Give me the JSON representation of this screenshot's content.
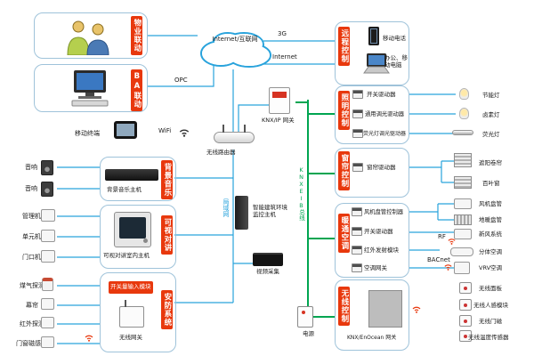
{
  "cloud": "Internet/互联网",
  "links": {
    "g3": "3G",
    "internet": "Internet",
    "opc": "OPC",
    "wifi": "WiFi",
    "lan": "局域网",
    "bus": "KNXEIB总线",
    "rf": "RF",
    "bacnet": "BACnet"
  },
  "left": {
    "mobile_terminal": "移动终端",
    "speaker1": "音响",
    "speaker2": "音响",
    "manager": "管理机",
    "unit": "单元机",
    "door": "门口机",
    "gas": "煤气探测",
    "curtain_sensor": "幕帘",
    "pir": "红外探测",
    "magnet": "门窗磁感应"
  },
  "groups": {
    "property": {
      "title": "物业联动"
    },
    "ba": {
      "title": "BA联动"
    },
    "bgm": {
      "title": "背景音乐",
      "host": "背景音乐主机"
    },
    "intercom": {
      "title": "可视对讲",
      "host": "可视对讲室内主机"
    },
    "security": {
      "title": "安防系统",
      "module": "开关量输入模块",
      "gateway": "无线网关"
    },
    "remote": {
      "title": "远程控制",
      "phone": "移动电话",
      "pc": "办公、移动电脑"
    },
    "lighting": {
      "title": "照明控制",
      "items": [
        "开关驱动器",
        "通用调光驱动器",
        "荧光灯调光驱动器"
      ]
    },
    "curtain": {
      "title": "窗帘控制",
      "items": [
        "窗帘驱动器"
      ]
    },
    "hvac": {
      "title": "暖通空调",
      "items": [
        "风机盘管控制器",
        "开关驱动器",
        "红外发射模块",
        "空调网关"
      ]
    },
    "wireless": {
      "title": "无线控制",
      "gateway": "KNX/EnOcean 网关"
    }
  },
  "center": {
    "router": "无线路由器",
    "knx_ip": "KNX/IP 网关",
    "host": "智能建筑环境监控主机",
    "video": "视频采集",
    "power": "电源"
  },
  "endpoints": {
    "lighting": [
      "节能灯",
      "卤素灯",
      "荧光灯"
    ],
    "curtain": [
      "遮阳卷帘",
      "百叶窗"
    ],
    "hvac": [
      "风机盘管",
      "地暖盘管",
      "新风系统",
      "分体空调",
      "VRV空调"
    ],
    "wireless": [
      "无线面板",
      "无线人感模块",
      "无线门磁",
      "无线温度传感器"
    ]
  },
  "colors": {
    "accent_red": "#e8380d",
    "bus_green": "#00a551",
    "net_blue": "#29a3dc"
  }
}
